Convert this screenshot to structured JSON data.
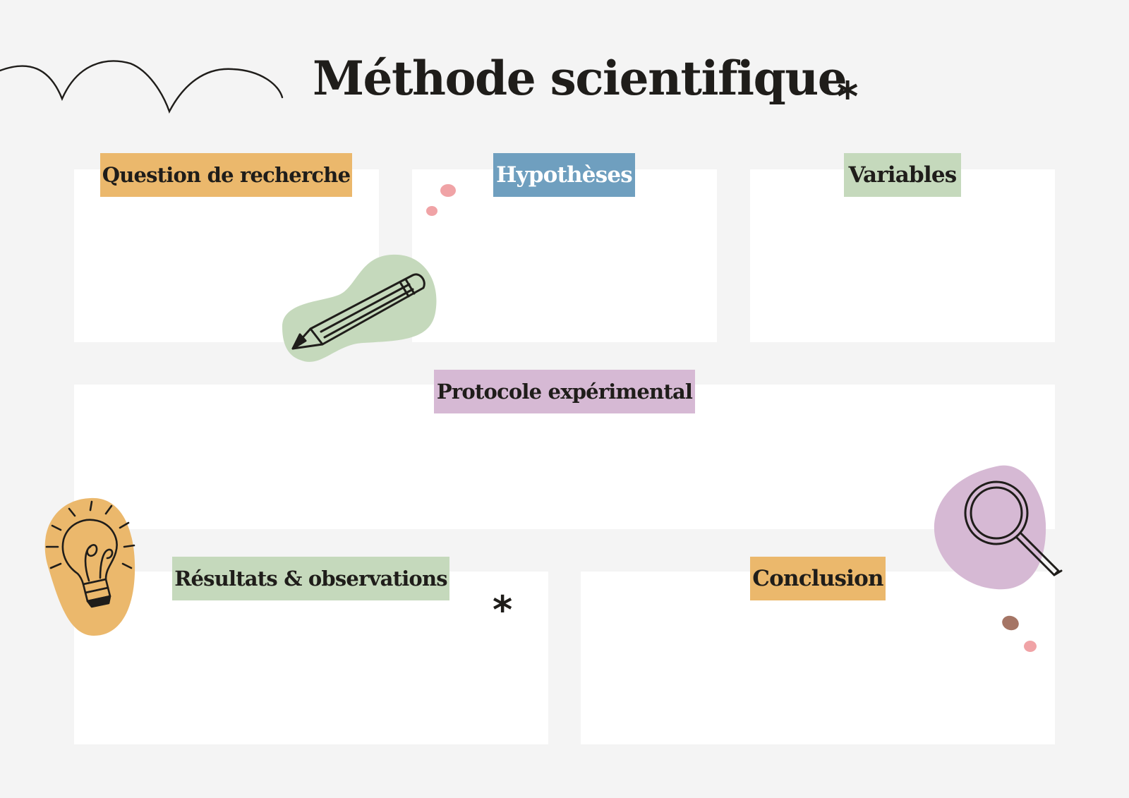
{
  "title": "Méthode scientifique",
  "sections": {
    "question": {
      "label": "Question de recherche",
      "color": "#ebb86c"
    },
    "hypotheses": {
      "label": "Hypothèses",
      "color": "#6f9fbf",
      "text_color": "#ffffff"
    },
    "variables": {
      "label": "Variables",
      "color": "#c5d9bc"
    },
    "protocole": {
      "label": "Protocole expérimental",
      "color": "#d6b9d4"
    },
    "resultats": {
      "label": "Résultats & observations",
      "color": "#c5d9bc"
    },
    "conclusion": {
      "label": "Conclusion",
      "color": "#ebb86c"
    }
  },
  "decorations": {
    "asterisk": "*",
    "icons": [
      "pencil-icon",
      "lightbulb-icon",
      "magnifier-icon",
      "swoosh-line",
      "dots"
    ]
  },
  "colors": {
    "background": "#f4f4f4",
    "panel": "#ffffff",
    "pink_dot": "#f0a3a6",
    "brown_dot": "#a57565"
  }
}
